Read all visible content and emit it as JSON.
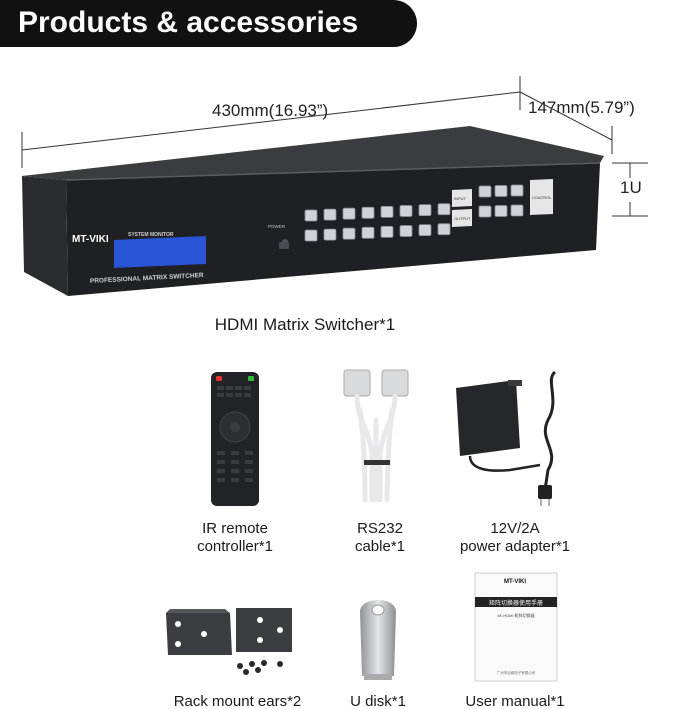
{
  "banner": {
    "title": "Products & accessories"
  },
  "dimensions": {
    "width": "430mm(16.93”)",
    "depth": "147mm(5.79”)",
    "height": "1U"
  },
  "device": {
    "brand": "MT-VIKI",
    "monitor_label": "SYSTEM MONITOR",
    "product_line": "PROFESSIONAL MATRIX SWITCHER",
    "power_label": "POWER",
    "input_label": "INPUT",
    "output_label": "OUTPUT",
    "control_label": "CONTROL",
    "name": "HDMI Matrix Switcher*1"
  },
  "accessories": [
    {
      "line1": "IR remote",
      "line2": "controller*1"
    },
    {
      "line1": "RS232",
      "line2": "cable*1"
    },
    {
      "line1": "12V/2A",
      "line2": "power adapter*1"
    },
    {
      "line1": "Rack mount ears*2"
    },
    {
      "line1": "U disk*1"
    },
    {
      "line1": "User manual*1"
    }
  ],
  "manual": {
    "brand": "MT-VIKI",
    "title": "矩阵切换器使用手册",
    "subtitle": "4K HDMI 矩阵切换器",
    "footer": "广州市迈维电子有限公司"
  }
}
